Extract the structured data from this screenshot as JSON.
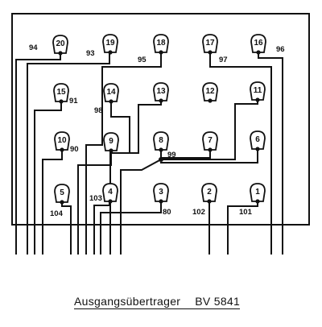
{
  "caption": {
    "name": "Ausgangsübertrager",
    "type": "BV 5841"
  },
  "terminals": [
    "1",
    "2",
    "3",
    "4",
    "5",
    "6",
    "7",
    "8",
    "9",
    "10",
    "11",
    "12",
    "13",
    "14",
    "15",
    "16",
    "17",
    "18",
    "19",
    "20"
  ],
  "wire_labels": [
    "80",
    "90",
    "91",
    "93",
    "94",
    "95",
    "96",
    "97",
    "98",
    "99",
    "101",
    "102",
    "103",
    "104"
  ]
}
